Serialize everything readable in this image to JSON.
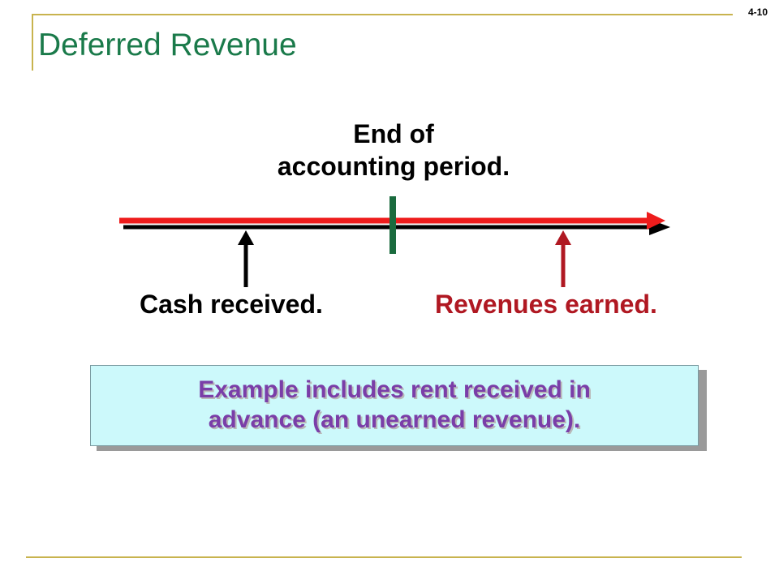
{
  "slide": {
    "number": "4-10",
    "title": "Deferred Revenue"
  },
  "timeline": {
    "period_label": "End of accounting period.",
    "cash_label": "Cash received.",
    "revenue_label": "Revenues earned.",
    "colors": {
      "timeline_red": "#ee1c1c",
      "shadow_black": "#000000",
      "period_marker": "#1a6b3e",
      "cash_arrow": "#000000",
      "revenue_arrow": "#b01822"
    }
  },
  "example": {
    "text": "Example includes rent received in advance (an unearned revenue)."
  },
  "theme": {
    "title_color": "#1a7a4a",
    "frame_color": "#c8b34e",
    "box_fill": "#ccf9fb",
    "example_text_color": "#7a3ea8"
  }
}
